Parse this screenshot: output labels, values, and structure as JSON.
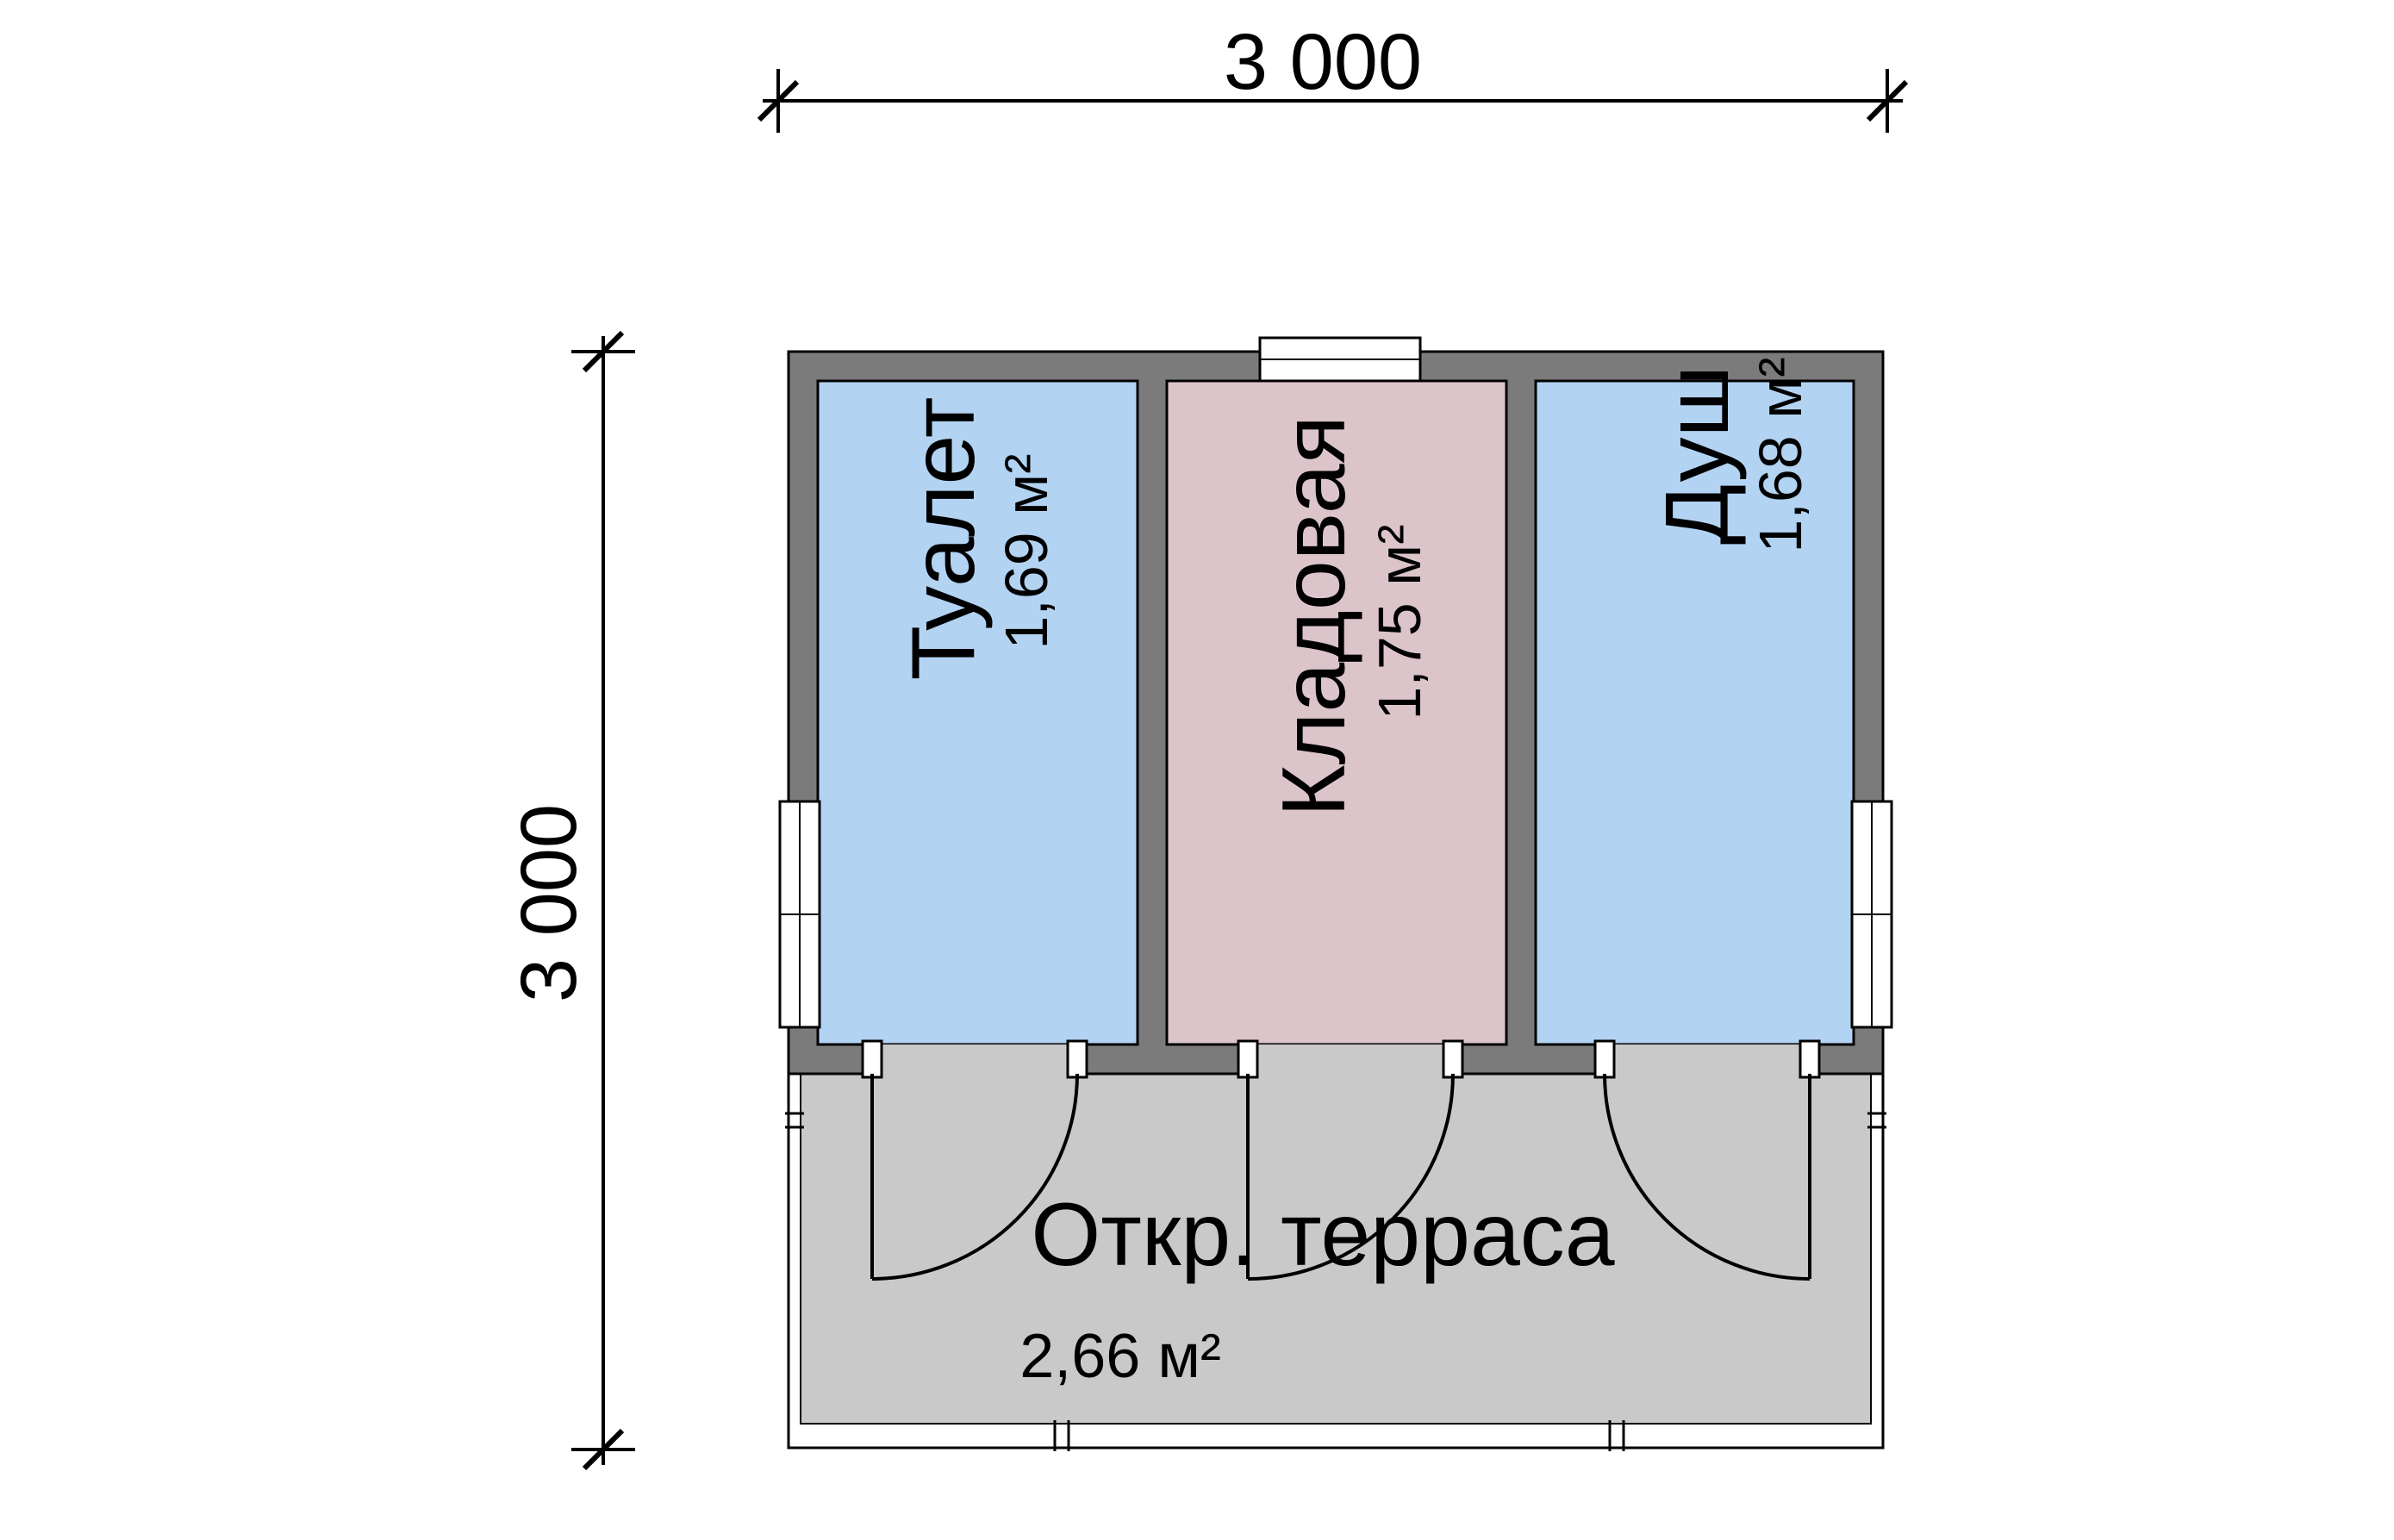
{
  "colors": {
    "wall": "#7b7b7b",
    "outline": "#000000",
    "terrace_floor": "#c9c9c9",
    "terrace_wall": "#ffffff",
    "window": "#ffffff"
  },
  "dimensions": {
    "width_label": "3 000",
    "height_label": "3 000"
  },
  "rooms": [
    {
      "name": "Туалет",
      "area": "1,69 м²",
      "fill": "#b3d3f2"
    },
    {
      "name": "Кладовая",
      "area": "1,75 м²",
      "fill": "#dcc5ca"
    },
    {
      "name": "Душ",
      "area": "1,68 м²",
      "fill": "#b3d3f2"
    }
  ],
  "terrace": {
    "name": "Откр. терраса",
    "area": "2,66 м²"
  }
}
